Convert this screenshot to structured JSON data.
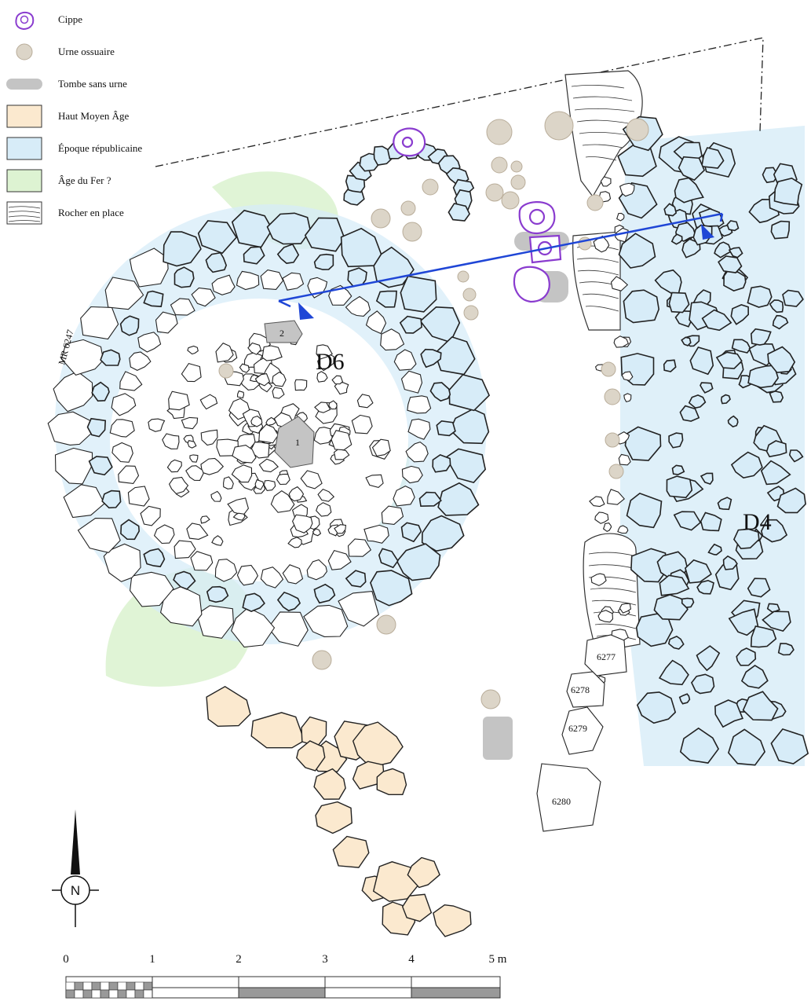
{
  "legend": {
    "items": [
      {
        "key": "cippe",
        "label": "Cippe"
      },
      {
        "key": "urne",
        "label": "Urne ossuaire"
      },
      {
        "key": "tombe",
        "label": "Tombe sans urne"
      },
      {
        "key": "hma",
        "label": "Haut Moyen Âge"
      },
      {
        "key": "rep",
        "label": "Époque républicaine"
      },
      {
        "key": "fer",
        "label": "Âge du Fer ?"
      },
      {
        "key": "rocher",
        "label": "Rocher en place"
      }
    ]
  },
  "colors": {
    "cippe": "#8a3ccf",
    "urne": "#dcd5c8",
    "tombe": "#c4c4c4",
    "haut_moyen_age": "#fbe9cf",
    "epoque_republicaine": "#d7ecf8",
    "age_du_fer": "#ddf3d2",
    "section_line": "#1f46d6"
  },
  "plan": {
    "structure_d6": "D6",
    "structure_d4": "D4",
    "wall_label": "MR 6247",
    "tomb_1": "1",
    "tomb_2": "2",
    "stone_6277": "6277",
    "stone_6278": "6278",
    "stone_6279": "6279",
    "stone_6280": "6280"
  },
  "north": {
    "letter": "N"
  },
  "scale": {
    "ticks": [
      "0",
      "1",
      "2",
      "3",
      "4",
      "5 m"
    ]
  }
}
